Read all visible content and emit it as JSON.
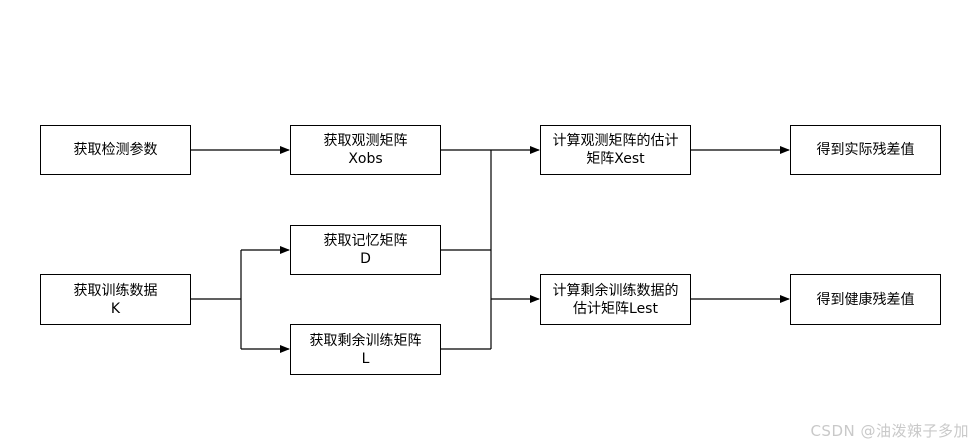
{
  "diagram": {
    "nodes": {
      "get_params": {
        "label": "获取检测参数"
      },
      "get_xobs": {
        "label": "获取观测矩阵\nXobs"
      },
      "calc_xest": {
        "label": "计算观测矩阵的估计\n矩阵Xest"
      },
      "actual_residual": {
        "label": "得到实际残差值"
      },
      "get_train": {
        "label": "获取训练数据\nK"
      },
      "get_memory": {
        "label": "获取记忆矩阵\nD"
      },
      "get_remaining": {
        "label": "获取剩余训练矩阵\nL"
      },
      "calc_lest": {
        "label": "计算剩余训练数据的\n估计矩阵Lest"
      },
      "health_residual": {
        "label": "得到健康残差值"
      }
    },
    "edges": [
      {
        "from": "get_params",
        "to": "get_xobs"
      },
      {
        "from": "get_train",
        "to": "get_memory"
      },
      {
        "from": "get_train",
        "to": "get_remaining"
      },
      {
        "from": "get_xobs",
        "to": "calc_xest"
      },
      {
        "from": "get_memory",
        "to": "calc_xest"
      },
      {
        "from": "get_memory",
        "to": "calc_lest"
      },
      {
        "from": "get_remaining",
        "to": "calc_lest"
      },
      {
        "from": "calc_xest",
        "to": "actual_residual"
      },
      {
        "from": "calc_lest",
        "to": "health_residual"
      }
    ]
  },
  "watermark": {
    "text": "CSDN @油泼辣子多加"
  }
}
